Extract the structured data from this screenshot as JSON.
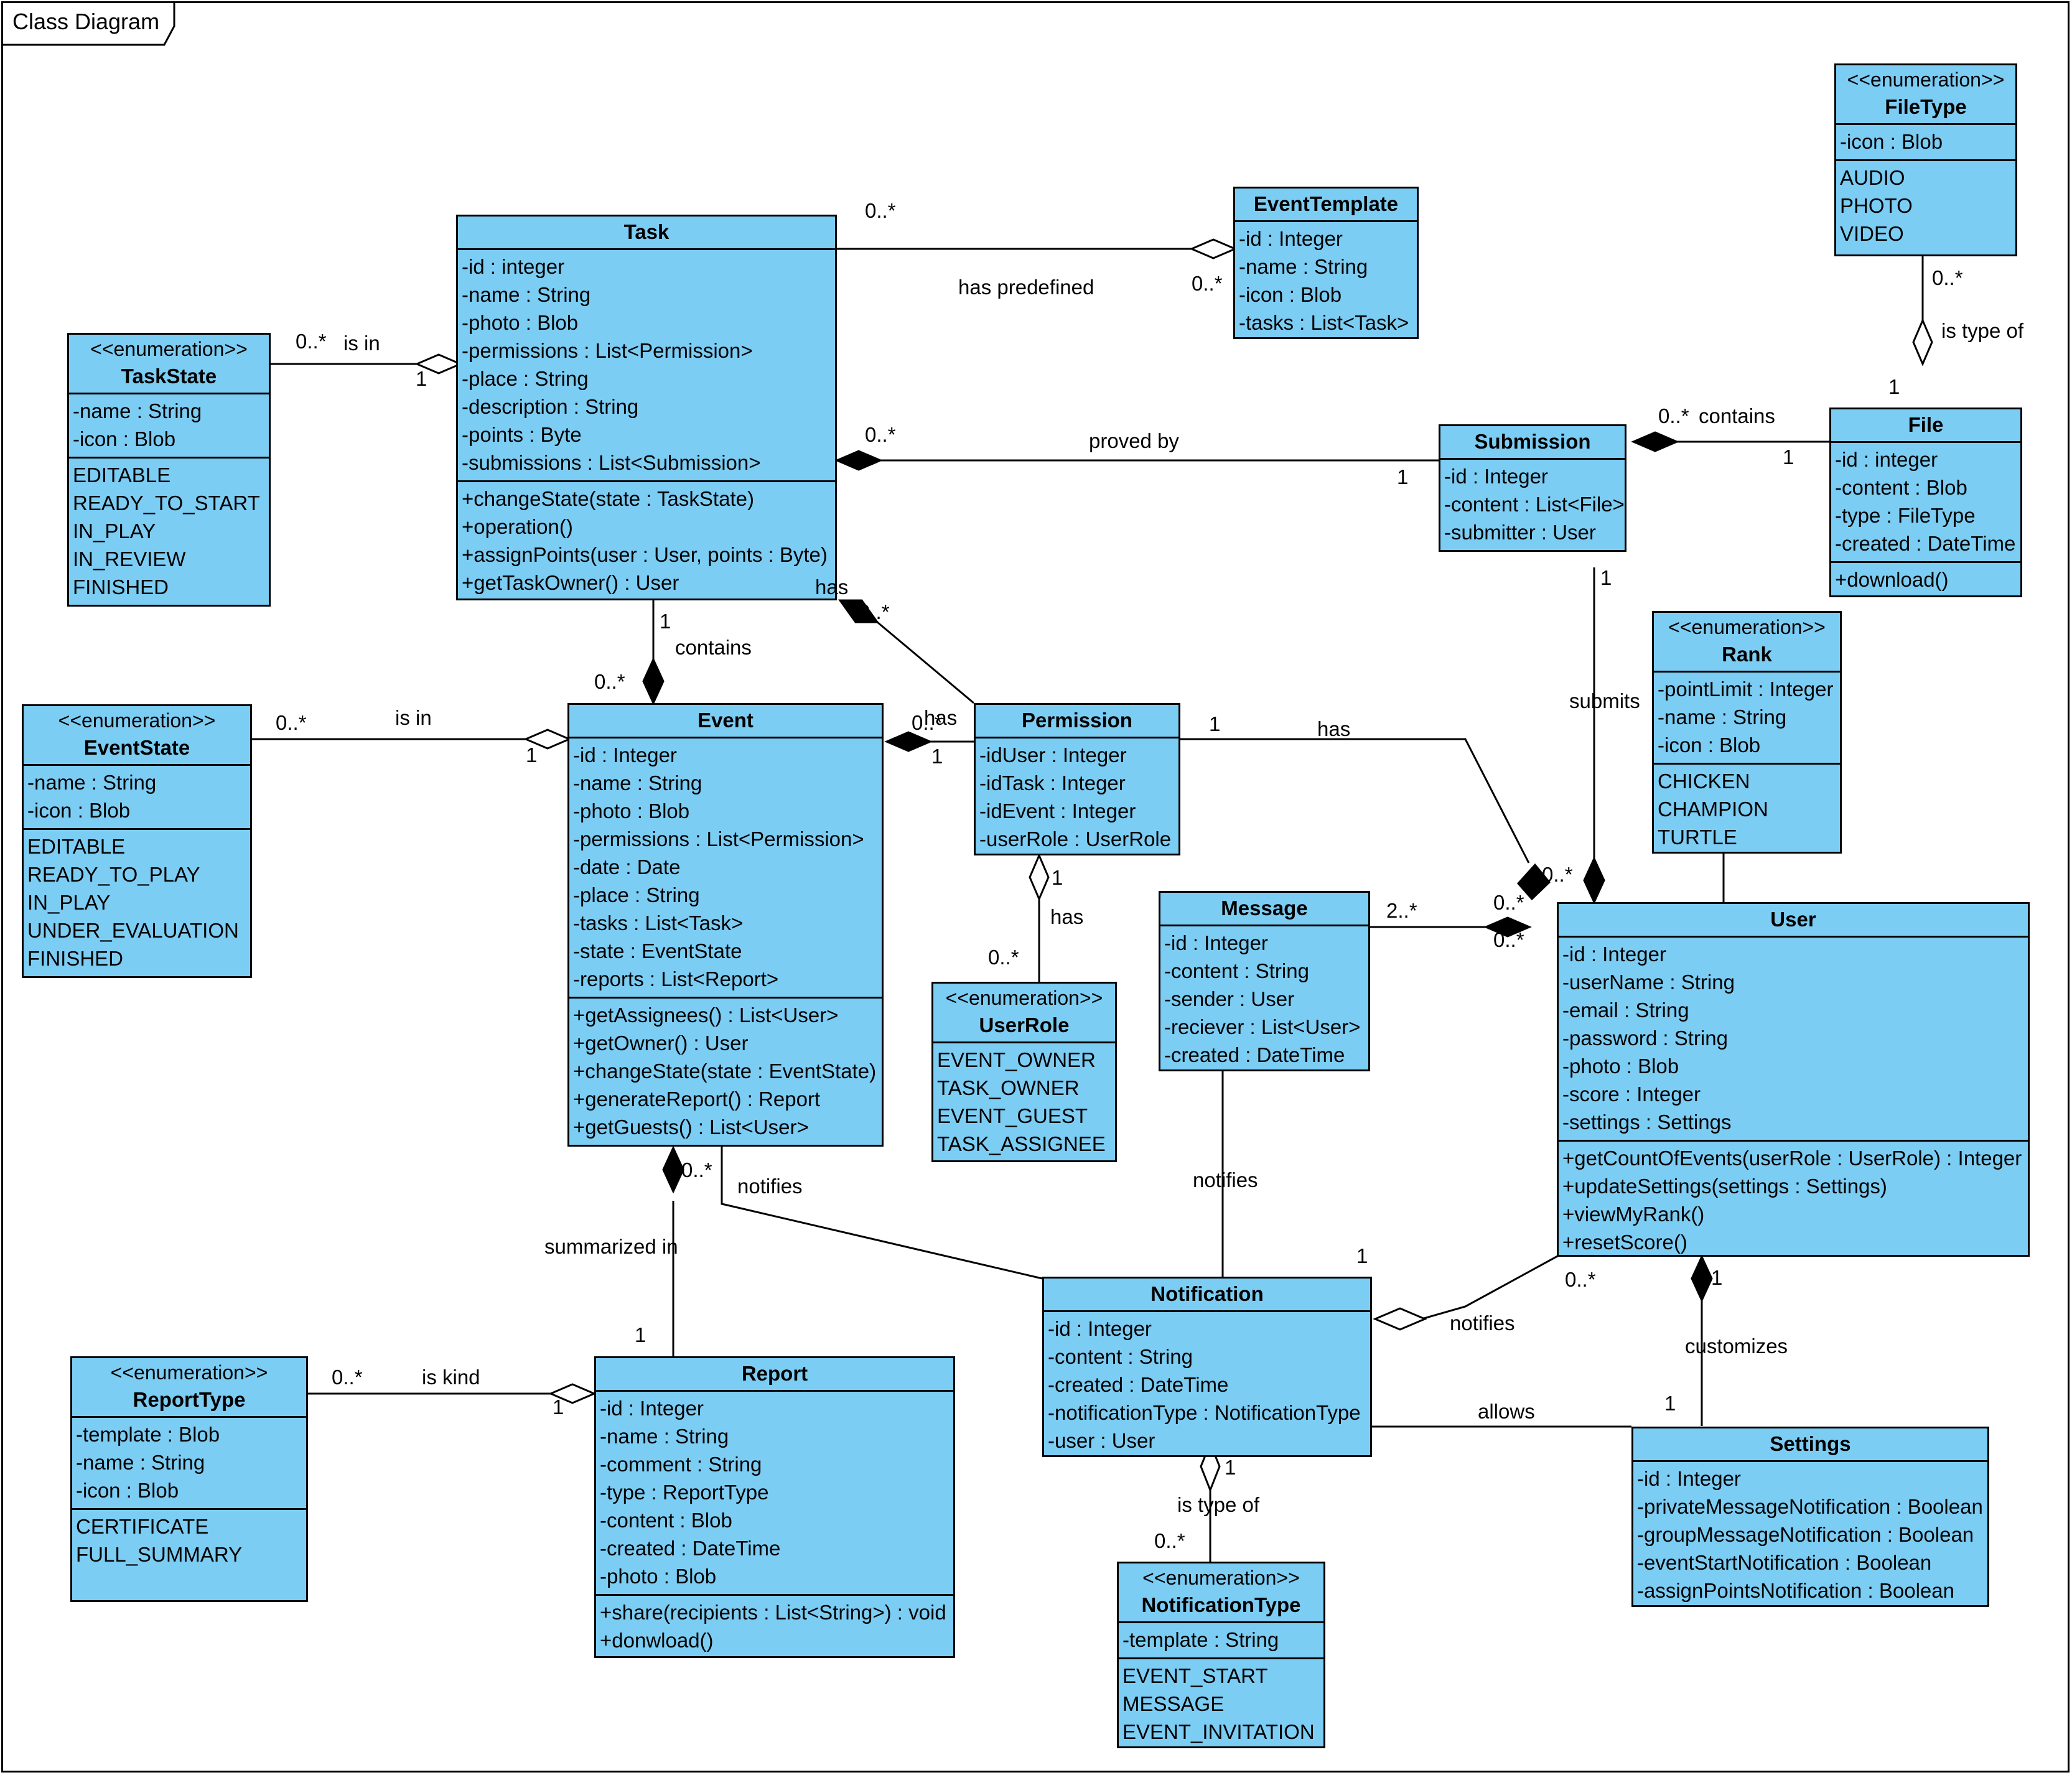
{
  "frame": {
    "title": "Class Diagram"
  },
  "classes": {
    "task": {
      "name": "Task",
      "attributes": [
        "-id : integer",
        "-name : String",
        "-photo : Blob",
        "-permissions : List<Permission>",
        "-place : String",
        "-description : String",
        "-points : Byte",
        "-submissions : List<Submission>"
      ],
      "operations": [
        "+changeState(state : TaskState)",
        "+operation()",
        "+assignPoints(user : User, points : Byte)",
        "+getTaskOwner() : User"
      ]
    },
    "eventtemplate": {
      "name": "EventTemplate",
      "attributes": [
        "-id : Integer",
        "-name : String",
        "-icon : Blob",
        "-tasks : List<Task>"
      ]
    },
    "filetype": {
      "stereotype": "<<enumeration>>",
      "name": "FileType",
      "attributes": [
        "-icon : Blob"
      ],
      "literals": [
        "AUDIO",
        "PHOTO",
        "VIDEO"
      ]
    },
    "taskstate": {
      "stereotype": "<<enumeration>>",
      "name": "TaskState",
      "attributes": [
        "-name : String",
        "-icon : Blob"
      ],
      "literals": [
        "EDITABLE",
        "READY_TO_START",
        "IN_PLAY",
        "IN_REVIEW",
        "FINISHED"
      ]
    },
    "submission": {
      "name": "Submission",
      "attributes": [
        "-id : Integer",
        "-content : List<File>",
        "-submitter : User"
      ]
    },
    "file": {
      "name": "File",
      "attributes": [
        "-id : integer",
        "-content : Blob",
        "-type : FileType",
        "-created : DateTime"
      ],
      "operations": [
        "+download()"
      ]
    },
    "rank": {
      "stereotype": "<<enumeration>>",
      "name": "Rank",
      "attributes": [
        "-pointLimit : Integer",
        "-name : String",
        "-icon : Blob"
      ],
      "literals": [
        "CHICKEN",
        "CHAMPION",
        "TURTLE"
      ]
    },
    "eventstate": {
      "stereotype": "<<enumeration>>",
      "name": "EventState",
      "attributes": [
        "-name : String",
        "-icon : Blob"
      ],
      "literals": [
        "EDITABLE",
        "READY_TO_PLAY",
        "IN_PLAY",
        "UNDER_EVALUATION",
        "FINISHED"
      ]
    },
    "event": {
      "name": "Event",
      "attributes": [
        "-id : Integer",
        "-name : String",
        "-photo : Blob",
        "-permissions : List<Permission>",
        "-date : Date",
        "-place : String",
        "-tasks : List<Task>",
        "-state : EventState",
        "-reports : List<Report>"
      ],
      "operations": [
        "+getAssignees() : List<User>",
        "+getOwner() : User",
        "+changeState(state : EventState)",
        "+generateReport() : Report",
        "+getGuests() : List<User>"
      ]
    },
    "permission": {
      "name": "Permission",
      "attributes": [
        "-idUser : Integer",
        "-idTask : Integer",
        "-idEvent : Integer",
        "-userRole : UserRole"
      ]
    },
    "userrole": {
      "stereotype": "<<enumeration>>",
      "name": "UserRole",
      "literals": [
        "EVENT_OWNER",
        "TASK_OWNER",
        "EVENT_GUEST",
        "TASK_ASSIGNEE"
      ]
    },
    "message": {
      "name": "Message",
      "attributes": [
        "-id : Integer",
        "-content : String",
        "-sender : User",
        "-reciever : List<User>",
        "-created : DateTime"
      ]
    },
    "user": {
      "name": "User",
      "attributes": [
        "-id : Integer",
        "-userName : String",
        "-email : String",
        "-password : String",
        "-photo : Blob",
        "-score : Integer",
        "-settings : Settings"
      ],
      "operations": [
        "+getCountOfEvents(userRole : UserRole) : Integer",
        "+updateSettings(settings : Settings)",
        "+viewMyRank()",
        "+resetScore()"
      ]
    },
    "notification": {
      "name": "Notification",
      "attributes": [
        "-id : Integer",
        "-content : String",
        "-created : DateTime",
        "-notificationType : NotificationType",
        "-user : User"
      ]
    },
    "reporttype": {
      "stereotype": "<<enumeration>>",
      "name": "ReportType",
      "attributes": [
        "-template : Blob",
        "-name : String",
        "-icon : Blob"
      ],
      "literals": [
        "CERTIFICATE",
        "FULL_SUMMARY"
      ]
    },
    "report": {
      "name": "Report",
      "attributes": [
        "-id : Integer",
        "-name : String",
        "-comment : String",
        "-type : ReportType",
        "-content : Blob",
        "-created : DateTime",
        "-photo : Blob"
      ],
      "operations": [
        "+share(recipients : List<String>) : void",
        "+donwload()"
      ]
    },
    "settings": {
      "name": "Settings",
      "attributes": [
        "-id : Integer",
        "-privateMessageNotification : Boolean",
        "-groupMessageNotification : Boolean",
        "-eventStartNotification : Boolean",
        "-assignPointsNotification : Boolean"
      ]
    },
    "notificationtype": {
      "stereotype": "<<enumeration>>",
      "name": "NotificationType",
      "attributes": [
        "-template : String"
      ],
      "literals": [
        "EVENT_START",
        "MESSAGE",
        "EVENT_INVITATION"
      ]
    }
  },
  "association_labels": {
    "task_template_mult_task": "0..*",
    "task_template_name": "has predefined",
    "task_template_mult_template": "0..*",
    "filetype_file_mult": "0..*",
    "filetype_file_name": "is type of",
    "filetype_file_mult_file": "1",
    "taskstate_task_mult": "0..*",
    "taskstate_task_name": "is in",
    "taskstate_task_mult_task": "1",
    "task_submission_mult_task": "0..*",
    "task_submission_name": "proved by",
    "task_submission_mult_sub": "1",
    "submission_file_mult": "0..*",
    "submission_file_name": "contains",
    "submission_file_mult_file": "1",
    "task_permission_name": "has",
    "task_permission_mult": "0..*",
    "task_event_mult_task": "1",
    "task_event_name": "contains",
    "task_event_mult_event": "0..*",
    "eventstate_event_mult": "0..*",
    "eventstate_event_name": "is in",
    "eventstate_event_mult_event": "1",
    "event_permission_mult": "0..*",
    "event_permission_name": "has",
    "event_permission_mult_perm": "1",
    "permission_user_mult": "1",
    "permission_user_name": "has",
    "permission_user_mult_user": "0..*",
    "submission_user_mult": "1",
    "submission_user_name": "submits",
    "permission_userrole_mult": "1",
    "permission_userrole_name": "has",
    "permission_userrole_mult_role": "0..*",
    "message_user_mult": "2..*",
    "message_user_mult_user": "0..*",
    "event_report_mult": "0..*",
    "event_report_name": "summarized in",
    "event_report_mult_report": "1",
    "event_notification_name": "notifies",
    "message_notification_name": "notifies",
    "message_notification_mult": "1",
    "user_notification_mult": "0..*",
    "user_notification_name": "notifies",
    "user_settings_mult": "1",
    "user_settings_name": "customizes",
    "notification_settings_name": "allows",
    "notification_settings_mult": "1",
    "reporttype_report_mult": "0..*",
    "reporttype_report_name": "is kind",
    "reporttype_report_mult_report": "1",
    "notiftype_notification_mult": "1",
    "notiftype_notification_name": "is type of",
    "notiftype_notification_mult_type": "0..*"
  }
}
